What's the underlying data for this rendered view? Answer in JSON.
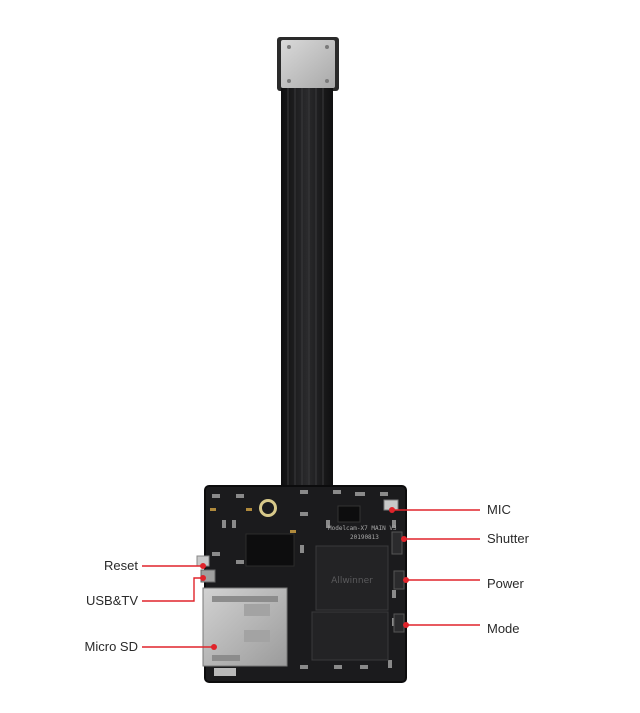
{
  "labels_left": [
    {
      "id": "reset",
      "text": "Reset"
    },
    {
      "id": "usb-tv",
      "text": "USB&TV"
    },
    {
      "id": "micro-sd",
      "text": "Micro SD"
    }
  ],
  "labels_right": [
    {
      "id": "mic",
      "text": "MIC"
    },
    {
      "id": "shutter",
      "text": "Shutter"
    },
    {
      "id": "power",
      "text": "Power"
    },
    {
      "id": "mode",
      "text": "Mode"
    }
  ],
  "board_silkscreen": {
    "model": "Modelcam-X7 MAIN V3",
    "date": "20190813",
    "chip_text": "Allwinner"
  },
  "colors": {
    "callout_line": "#e0242b",
    "board": "#1b1b1d",
    "cable": "#1e1e20",
    "sensor": "#c9c9c9",
    "sd_slot": "#b9b9b9"
  }
}
